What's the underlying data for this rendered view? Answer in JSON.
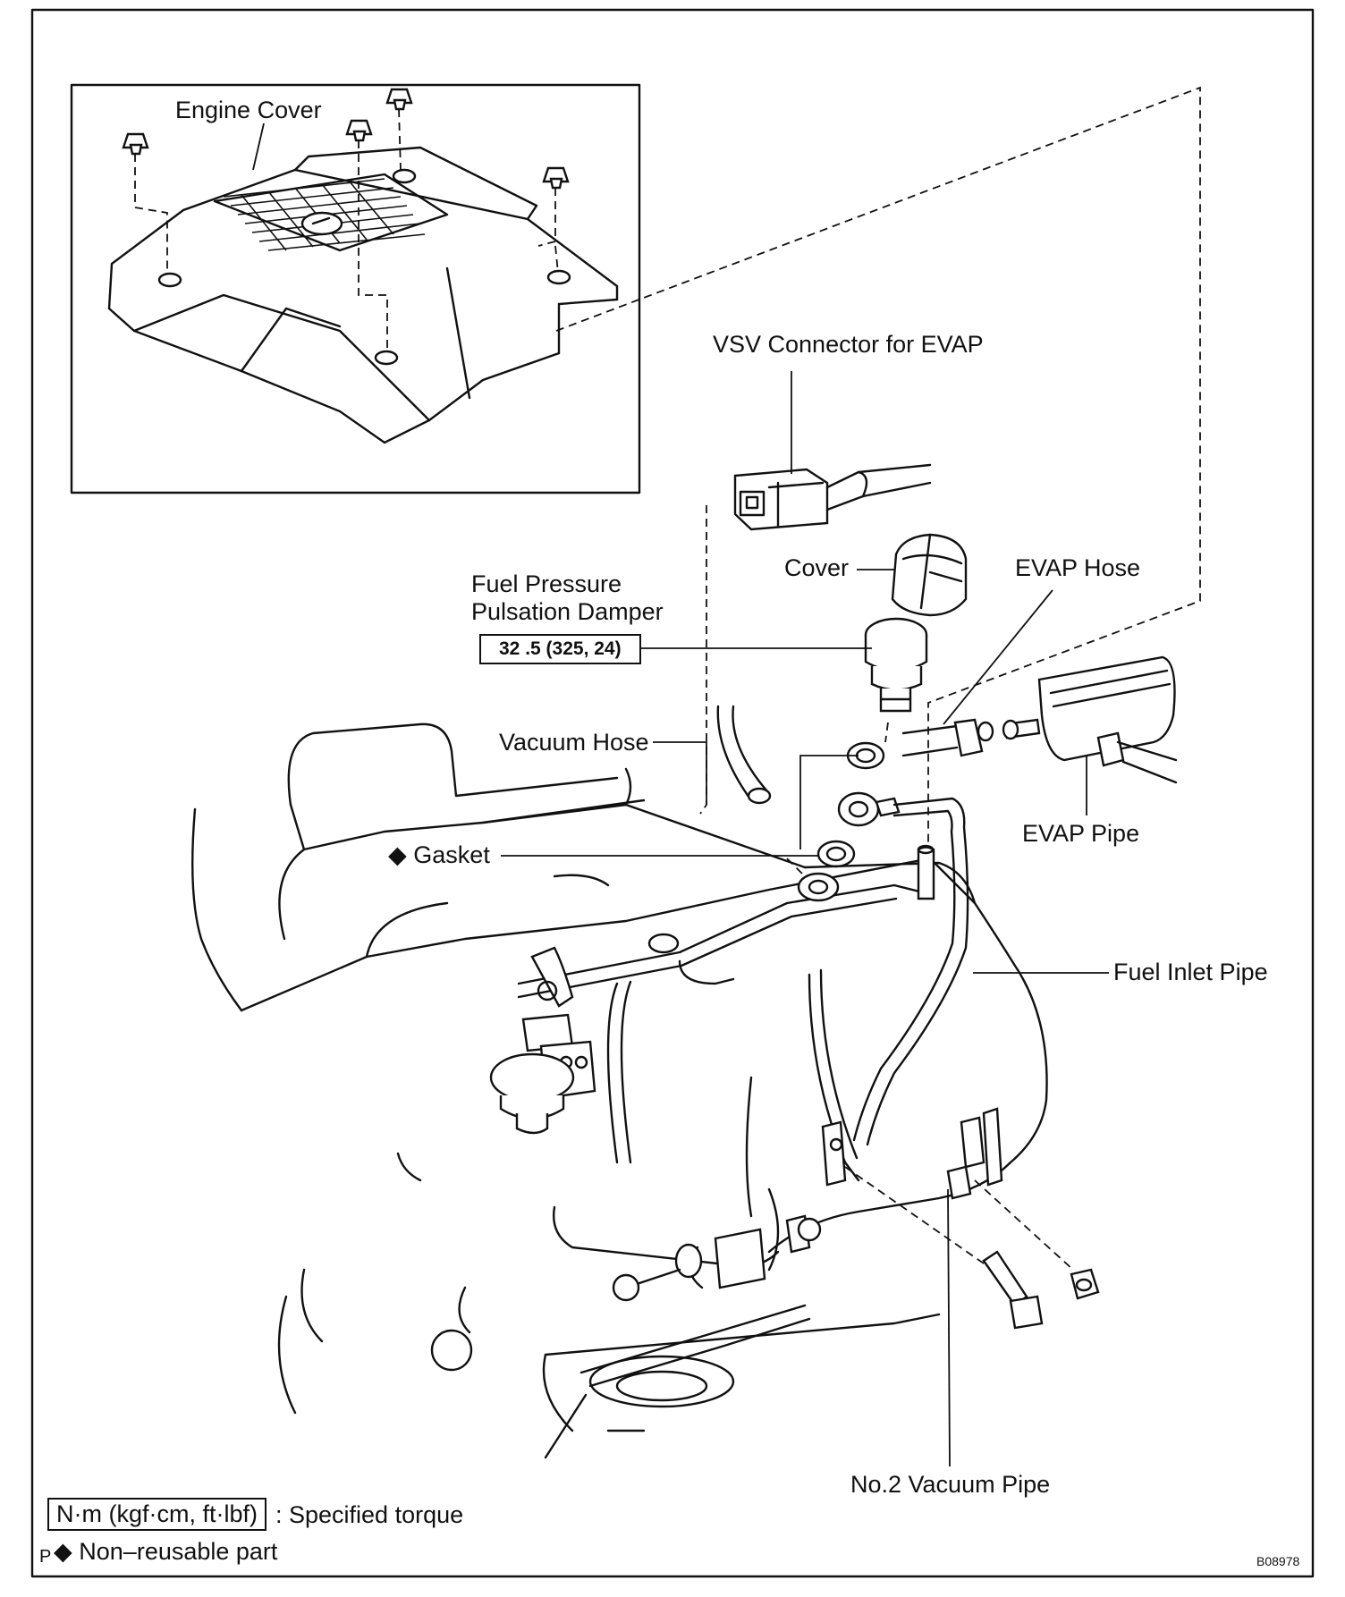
{
  "labels": {
    "engine_cover": "Engine Cover",
    "vsv_connector": "VSV Connector for EVAP",
    "cover": "Cover",
    "evap_hose": "EVAP Hose",
    "fuel_pressure_line1": "Fuel Pressure",
    "fuel_pressure_line2": "Pulsation Damper",
    "torque_value": "32 .5 (325, 24)",
    "vacuum_hose": "Vacuum Hose",
    "gasket": "Gasket",
    "evap_pipe": "EVAP Pipe",
    "fuel_inlet_pipe": "Fuel Inlet Pipe",
    "no2_vacuum_pipe": "No.2 Vacuum Pipe"
  },
  "legend": {
    "torque_unit": "N·m (kgf·cm, ft·lbf)",
    "torque_text": ": Specified torque",
    "nonreusable_text": "Non–reusable part",
    "diamond_symbol": "◆",
    "p_mark": "P"
  },
  "figure_code": "B08978"
}
